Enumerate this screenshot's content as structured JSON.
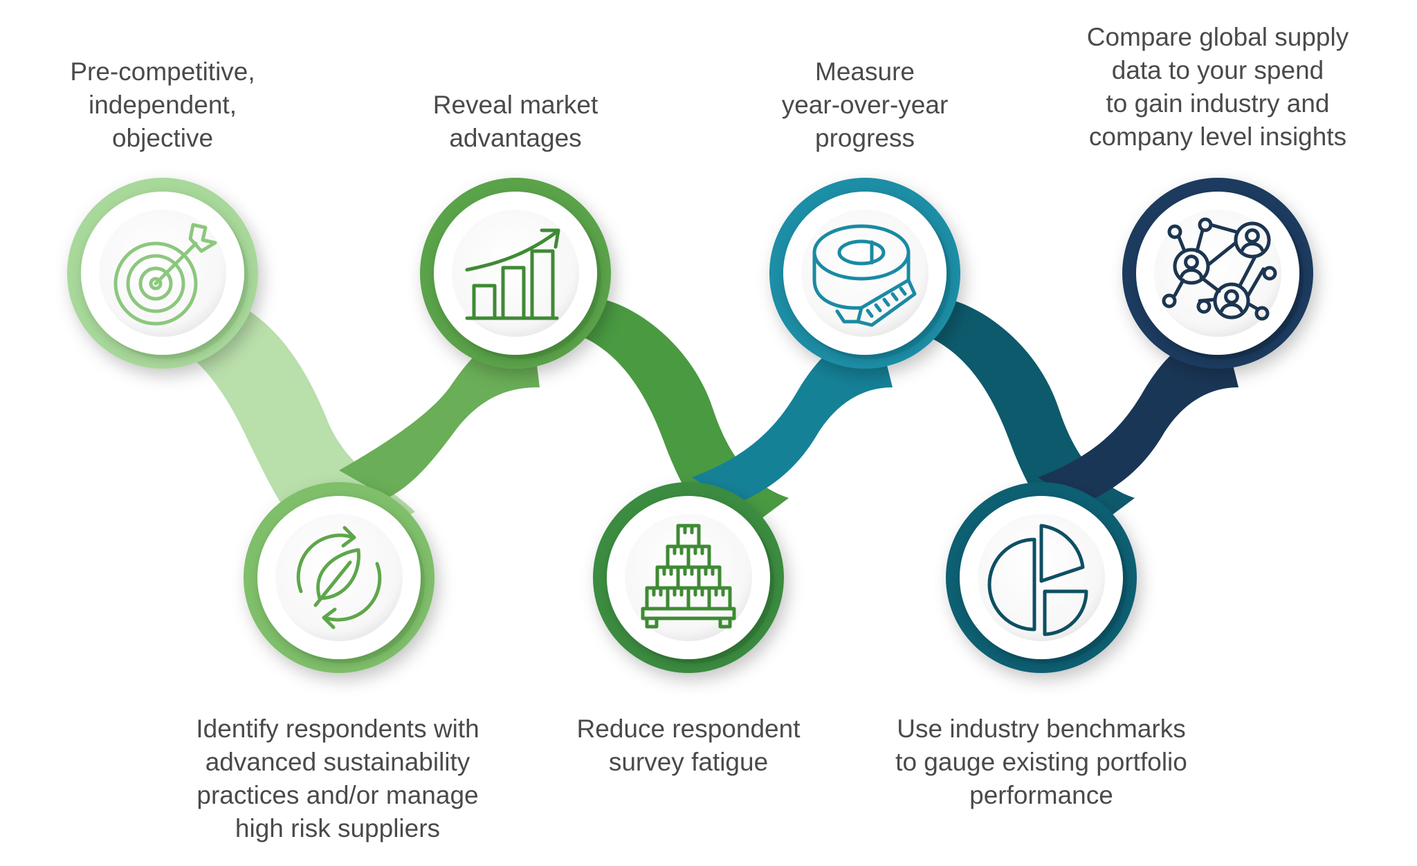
{
  "steps": [
    {
      "lines": [
        "Pre-competitive,",
        "independent,",
        "objective"
      ],
      "icon": "target-icon",
      "color": "#a8d89a",
      "dark": "#84c274",
      "iconColor": "#8cc77e"
    },
    {
      "lines": [
        "Identify respondents with",
        "advanced sustainability",
        "practices and/or manage",
        "high risk suppliers"
      ],
      "icon": "recycle-leaf-icon",
      "color": "#7fbf6a",
      "dark": "#5ea64b",
      "iconColor": "#5ea64b"
    },
    {
      "lines": [
        "Reveal market",
        "advantages"
      ],
      "icon": "growth-chart-icon",
      "color": "#5aa349",
      "dark": "#3f8a34",
      "iconColor": "#3f8a34"
    },
    {
      "lines": [
        "Reduce respondent",
        "survey fatigue"
      ],
      "icon": "box-pallet-icon",
      "color": "#3b8c3f",
      "dark": "#2a6e2e",
      "iconColor": "#3f8a34"
    },
    {
      "lines": [
        "Measure",
        "year-over-year",
        "progress"
      ],
      "icon": "measuring-tape-icon",
      "color": "#1c8ea6",
      "dark": "#0d6f86",
      "iconColor": "#1a8aa3"
    },
    {
      "lines": [
        "Use industry benchmarks",
        "to gauge existing portfolio",
        "performance"
      ],
      "icon": "pie-chart-icon",
      "color": "#0d5e72",
      "dark": "#0a4a5a",
      "iconColor": "#0e4f63"
    },
    {
      "lines": [
        "Compare global supply",
        "data to your spend",
        "to gain industry and",
        "company level insights"
      ],
      "icon": "network-people-icon",
      "color": "#1c3a5e",
      "dark": "#0f2540",
      "iconColor": "#1c3550"
    }
  ]
}
